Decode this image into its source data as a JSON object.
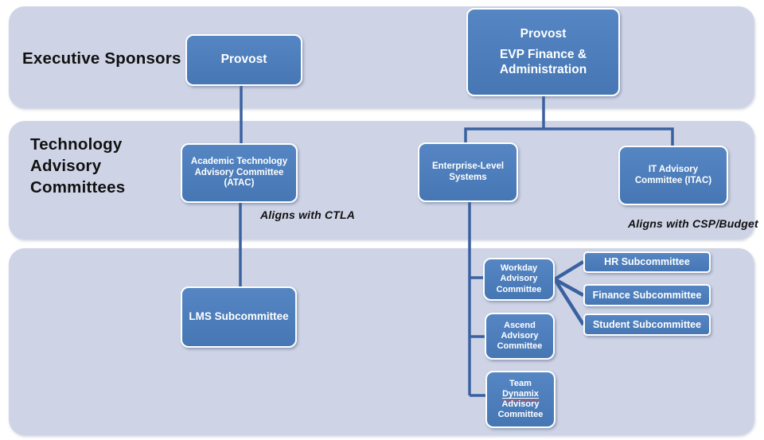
{
  "palette": {
    "band_bg": "#ced4e6",
    "box_fill_top": "#5586c3",
    "box_fill_bottom": "#4677b4",
    "box_border": "#ffffff",
    "box_text": "#ffffff",
    "connector": "#3a61a0",
    "connector_dot": "#6b82ad",
    "label_color": "#111111",
    "misspell_underline": "#d43a3a"
  },
  "rows": {
    "executive": {
      "label": "Executive Sponsors"
    },
    "advisory": {
      "label": "Technology\nAdvisory\nCommittees"
    },
    "subcommittees": {
      "label": ""
    }
  },
  "boxes": {
    "provost": {
      "label": "Provost"
    },
    "provost_evp": {
      "title": "Provost",
      "subtitle": "EVP Finance &\nAdministration"
    },
    "atac": {
      "label": "Academic Technology Advisory Committee (ATAC)"
    },
    "enterprise": {
      "label": "Enterprise-Level\nSystems"
    },
    "itac": {
      "label": "IT Advisory\nCommittee (ITAC)"
    },
    "lms": {
      "label": "LMS Subcommittee"
    },
    "workday": {
      "label": "Workday\nAdvisory\nCommittee"
    },
    "ascend": {
      "label": "Ascend\nAdvisory\nCommittee"
    },
    "team_dynamix": {
      "lines": [
        "Team",
        "Dynamix",
        "Advisory",
        "Committee"
      ],
      "misspelled_word": "Dynamix"
    },
    "hr": {
      "label": "HR Subcommittee"
    },
    "finance": {
      "label": "Finance Subcommittee"
    },
    "student": {
      "label": "Student Subcommittee"
    }
  },
  "annotations": {
    "ctla": "Aligns with CTLA",
    "csp_budget": "Aligns with CSP/Budget"
  }
}
